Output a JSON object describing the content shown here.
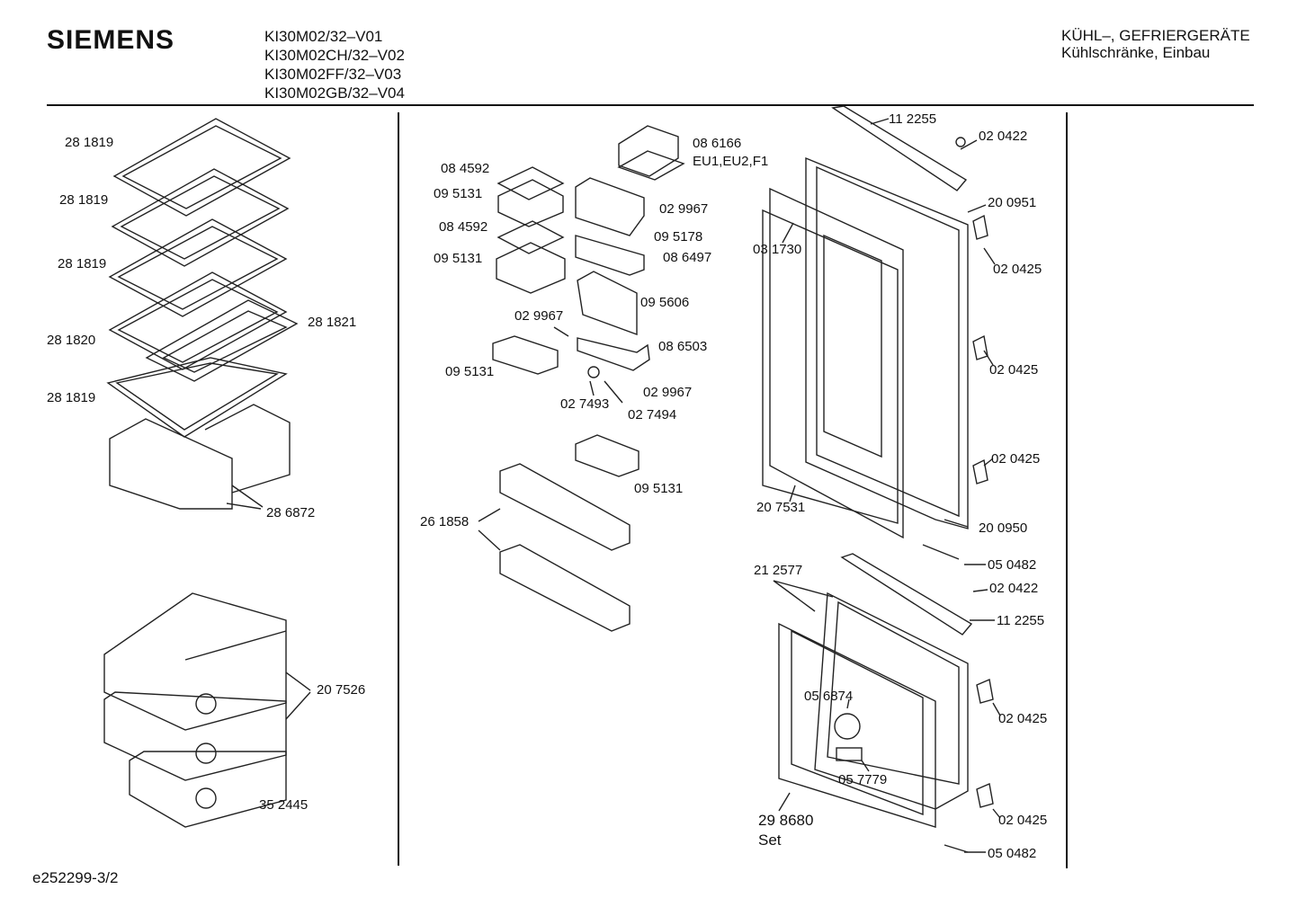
{
  "header": {
    "brand": "SIEMENS",
    "models": [
      "KI30M02/32–V01",
      "KI30M02CH/32–V02",
      "KI30M02FF/32–V03",
      "KI30M02GB/32–V04"
    ],
    "category_line1": "KÜHL–, GEFRIERGERÄTE",
    "category_line2": "Kühlschränke, Einbau"
  },
  "footer": {
    "doc_id": "e252299-3/2"
  },
  "parts": {
    "p281819a": "28 1819",
    "p281819b": "28 1819",
    "p281819c": "28 1819",
    "p281820": "28 1820",
    "p281819d": "28 1819",
    "p281821": "28 1821",
    "p286872": "28 6872",
    "p207526": "20 7526",
    "p352445": "35 2445",
    "p084592a": "08 4592",
    "p095131a": "09 5131",
    "p084592b": "08 4592",
    "p095131b": "09 5131",
    "p086166": "08 6166",
    "eu_variants": "EU1,EU2,F1",
    "p029967a": "02 9967",
    "p095178": "09 5178",
    "p086497": "08 6497",
    "p095606": "09 5606",
    "p029967b": "02 9967",
    "p086503": "08 6503",
    "p095131c": "09 5131",
    "p029967c": "02 9967",
    "p027493": "02 7493",
    "p027494": "02 7494",
    "p095131d": "09 5131",
    "p261858": "26 1858",
    "p112255a": "11 2255",
    "p020422a": "02 0422",
    "p200951": "20 0951",
    "p031730": "03 1730",
    "p020425a": "02 0425",
    "p020425b": "02 0425",
    "p020425c": "02 0425",
    "p207531": "20 7531",
    "p200950": "20 0950",
    "p050482a": "05 0482",
    "p020422b": "02 0422",
    "p212577": "21 2577",
    "p112255b": "11 2255",
    "p056874": "05 6874",
    "p020425d": "02 0425",
    "p057779": "05 7779",
    "p298680": "29 8680",
    "set_label": "Set",
    "p020425e": "02 0425",
    "p050482b": "05 0482"
  }
}
